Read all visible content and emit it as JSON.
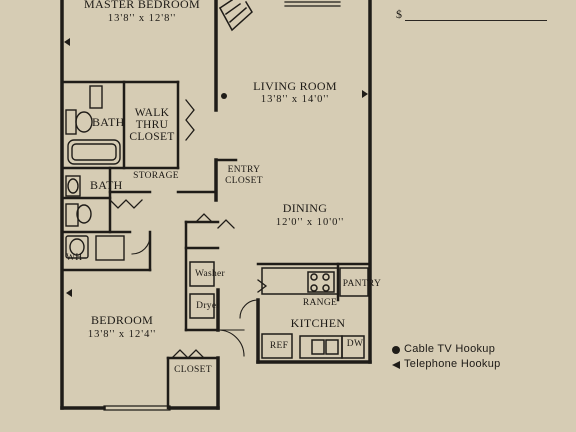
{
  "price": {
    "currency_symbol": "$"
  },
  "rooms": {
    "master_bedroom": {
      "name": "MASTER BEDROOM",
      "dims": "13'8'' x 12'8''"
    },
    "living_room": {
      "name": "LIVING ROOM",
      "dims": "13'8'' x 14'0''"
    },
    "dining": {
      "name": "DINING",
      "dims": "12'0'' x 10'0''"
    },
    "bedroom": {
      "name": "BEDROOM",
      "dims": "13'8'' x 12'4''"
    },
    "kitchen": {
      "name": "KITCHEN"
    },
    "bath1": {
      "name": "BATH"
    },
    "bath2": {
      "name": "BATH"
    },
    "walk_thru_closet": {
      "line1": "WALK",
      "line2": "THRU",
      "line3": "CLOSET"
    },
    "storage": {
      "name": "STORAGE"
    },
    "entry_closet": {
      "line1": "ENTRY",
      "line2": "CLOSET"
    },
    "closet": {
      "name": "CLOSET"
    },
    "wh": {
      "name": "WH"
    }
  },
  "fixtures": {
    "washer": "Washer",
    "dryer": "Dryer",
    "range": "RANGE",
    "pantry": "PANTRY",
    "ref": "REF",
    "dw": "DW"
  },
  "legend": {
    "cable": {
      "label": "Cable TV Hookup",
      "icon": "filled-circle"
    },
    "telephone": {
      "label": "Telephone Hookup",
      "icon": "left-triangle"
    }
  }
}
